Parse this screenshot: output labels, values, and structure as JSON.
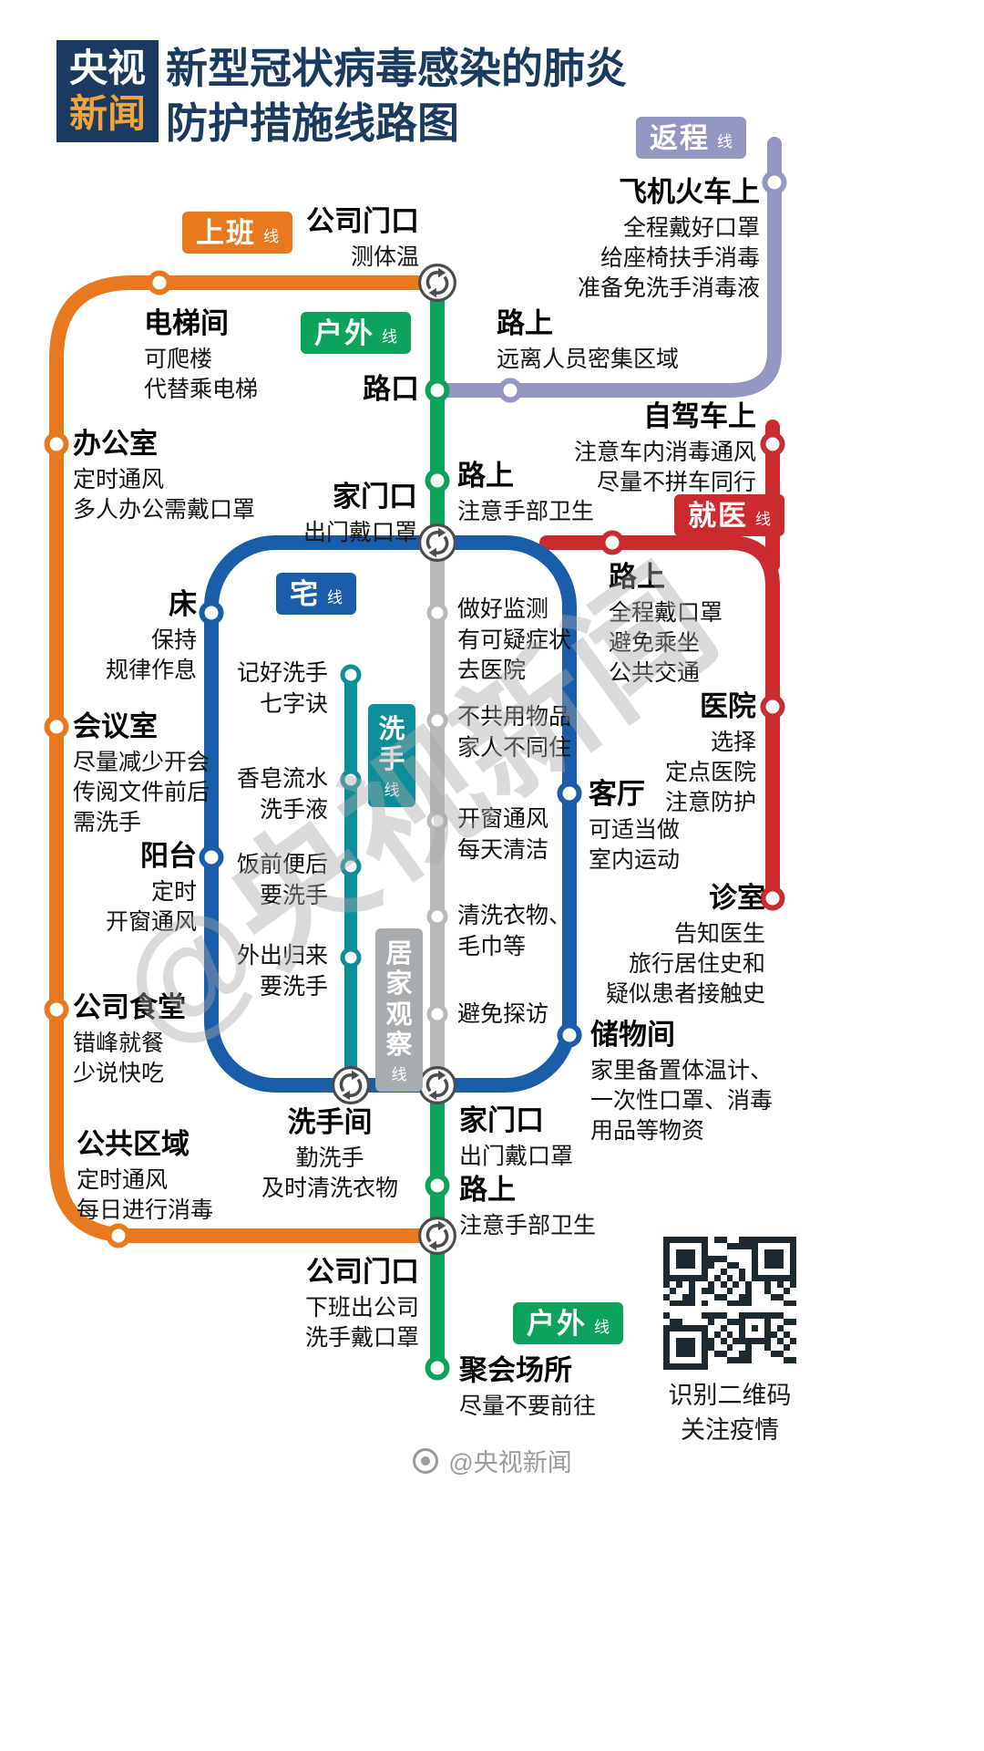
{
  "header": {
    "logo_line1": "央视",
    "logo_line2": "新闻",
    "title": "新型冠状病毒感染的肺炎\n防护措施线路图"
  },
  "colors": {
    "navy": "#1A3A5F",
    "orange": "#E8791F",
    "purple": "#9496C3",
    "green": "#0DA35C",
    "red": "#CB2A2E",
    "blue": "#1A5DA9",
    "teal": "#0E8D9B",
    "gray": "#B7B9BB",
    "graybadge": "#A9ACAF",
    "logo_accent": "#F2A33C"
  },
  "lines": {
    "shangban": {
      "name": "上班",
      "suffix": "线"
    },
    "fancheng": {
      "name": "返程",
      "suffix": "线"
    },
    "huwai": {
      "name": "户外",
      "suffix": "线"
    },
    "zhai": {
      "name": "宅",
      "suffix": "线"
    },
    "jiuyi": {
      "name": "就医",
      "suffix": "线"
    },
    "xishou": {
      "name": "洗手",
      "suffix": "线"
    },
    "guancha": {
      "name": "居家观察",
      "suffix": "线"
    }
  },
  "stations": {
    "gongsimenkou_top": {
      "name": "公司门口",
      "sub": "测体温"
    },
    "dianti": {
      "name": "电梯间",
      "sub": "可爬楼\n代替乘电梯"
    },
    "bangongshi": {
      "name": "办公室",
      "sub": "定时通风\n多人办公需戴口罩"
    },
    "huiyishi": {
      "name": "会议室",
      "sub": "尽量减少开会\n传阅文件前后\n需洗手"
    },
    "shitang": {
      "name": "公司食堂",
      "sub": "错峰就餐\n少说快吃"
    },
    "gonggongquyu": {
      "name": "公共区域",
      "sub": "定时通风\n每日进行消毒"
    },
    "feijihuoche": {
      "name": "飞机火车上",
      "sub": "全程戴好口罩\n给座椅扶手消毒\n准备免洗手消毒液"
    },
    "lushang_fancheng": {
      "name": "路上",
      "sub": "远离人员密集区域"
    },
    "lukou": {
      "name": "路口",
      "sub": ""
    },
    "lushang_huwai_top": {
      "name": "路上",
      "sub": "注意手部卫生"
    },
    "jiamenkou_top": {
      "name": "家门口",
      "sub": "出门戴口罩"
    },
    "zijiache": {
      "name": "自驾车上",
      "sub": "注意车内消毒通风\n尽量不拼车同行"
    },
    "lushang_jiuyi": {
      "name": "路上",
      "sub": "全程戴口罩\n避免乘坐\n公共交通"
    },
    "yiyuan": {
      "name": "医院",
      "sub": "选择\n定点医院\n注意防护"
    },
    "zhenshi": {
      "name": "诊室",
      "sub": "告知医生\n旅行居住史和\n疑似患者接触史"
    },
    "chuang": {
      "name": "床",
      "sub": "保持\n规律作息"
    },
    "yangtai": {
      "name": "阳台",
      "sub": "定时\n开窗通风"
    },
    "keting": {
      "name": "客厅",
      "sub": "可适当做\n室内运动"
    },
    "chuwujian": {
      "name": "储物间",
      "sub": "家里备置体温计、\n一次性口罩、消毒\n用品等物资"
    },
    "xishoujian": {
      "name": "洗手间",
      "sub": "勤洗手\n及时清洗衣物"
    },
    "jiamenkou_bottom": {
      "name": "家门口",
      "sub": "出门戴口罩"
    },
    "lushang_huwai_bottom": {
      "name": "路上",
      "sub": "注意手部卫生"
    },
    "gongsimenkou_bottom": {
      "name": "公司门口",
      "sub": "下班出公司\n洗手戴口罩"
    },
    "juhuichangsuo": {
      "name": "聚会场所",
      "sub": "尽量不要前往"
    },
    "xishou_1": {
      "text": "记好洗手\n七字诀"
    },
    "xishou_2": {
      "text": "香皂流水\n洗手液"
    },
    "xishou_3": {
      "text": "饭前便后\n要洗手"
    },
    "xishou_4": {
      "text": "外出归来\n要洗手"
    },
    "guancha_1": {
      "text": "做好监测\n有可疑症状\n去医院"
    },
    "guancha_2": {
      "text": "不共用物品\n家人不同住"
    },
    "guancha_3": {
      "text": "开窗通风\n每天清洁"
    },
    "guancha_4": {
      "text": "清洗衣物、\n毛巾等"
    },
    "guancha_5": {
      "text": "避免探访"
    }
  },
  "qr": {
    "caption": "识别二维码\n关注疫情"
  },
  "watermark": {
    "big": "@央视新闻",
    "footer": "@央视新闻"
  }
}
